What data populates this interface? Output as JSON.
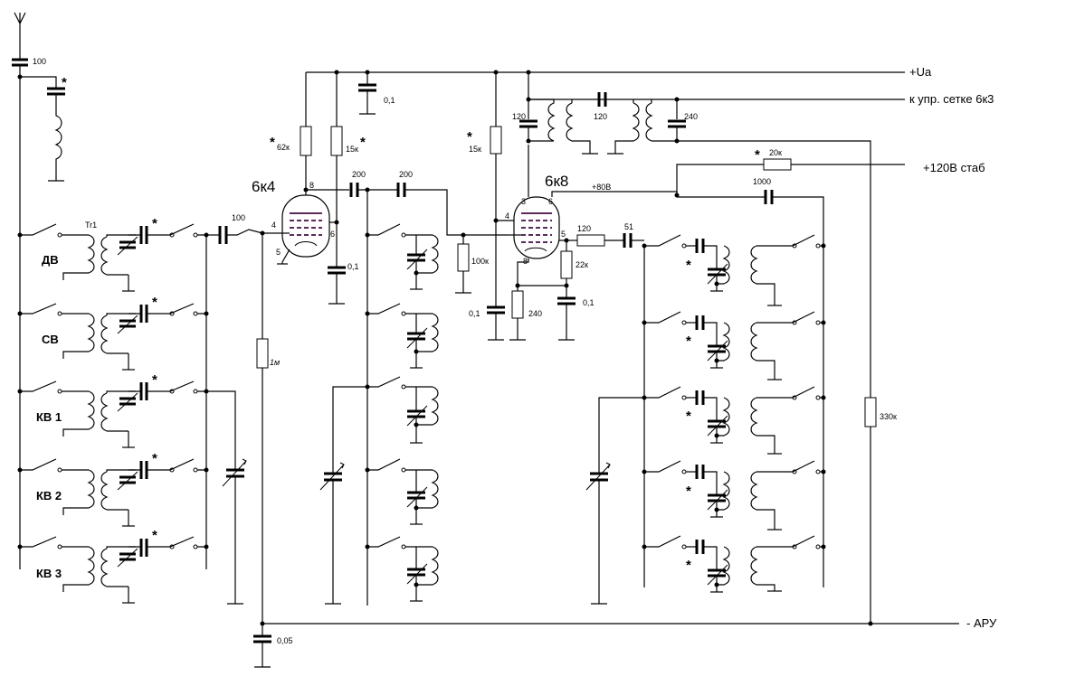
{
  "tubes": {
    "v1": "6к4",
    "v2": "6к8"
  },
  "rails": {
    "ua": "+Ua",
    "grid_6k3": "к упр. сетке 6к3",
    "stab": "+120В стаб",
    "aru": "- АРУ",
    "v80": "+80В"
  },
  "bands": [
    "ДВ",
    "СВ",
    "КВ 1",
    "КВ 2",
    "КВ 3"
  ],
  "transformer_ref": "Tr1",
  "asterisk": "*",
  "pins": {
    "v1": {
      "p8": "8",
      "p4": "4",
      "p6": "6",
      "p5": "5"
    },
    "v2": {
      "p3": "3",
      "p6": "6",
      "p4": "4",
      "p5": "5",
      "p8": "8"
    }
  },
  "components": {
    "c_ant": "100",
    "c_grid1": "100",
    "r_grid1": "1м",
    "c_aru": "0,05",
    "r_62k": "62к",
    "r_15k_a": "15к",
    "c_01_top": "0,1",
    "c_01_v1": "0,1",
    "c_200_a": "200",
    "c_200_b": "200",
    "r_15k_b": "15к",
    "r_100k": "100к",
    "c_01_v2": "0,1",
    "c_120_a": "120",
    "c_120_b": "120",
    "c_240_top": "240",
    "r_20k": "20к",
    "c_1000": "1000",
    "r_120": "120",
    "c_51": "51",
    "r_22k": "22к",
    "c_01_cath": "0,1",
    "r_240": "240",
    "r_330k": "330к"
  }
}
